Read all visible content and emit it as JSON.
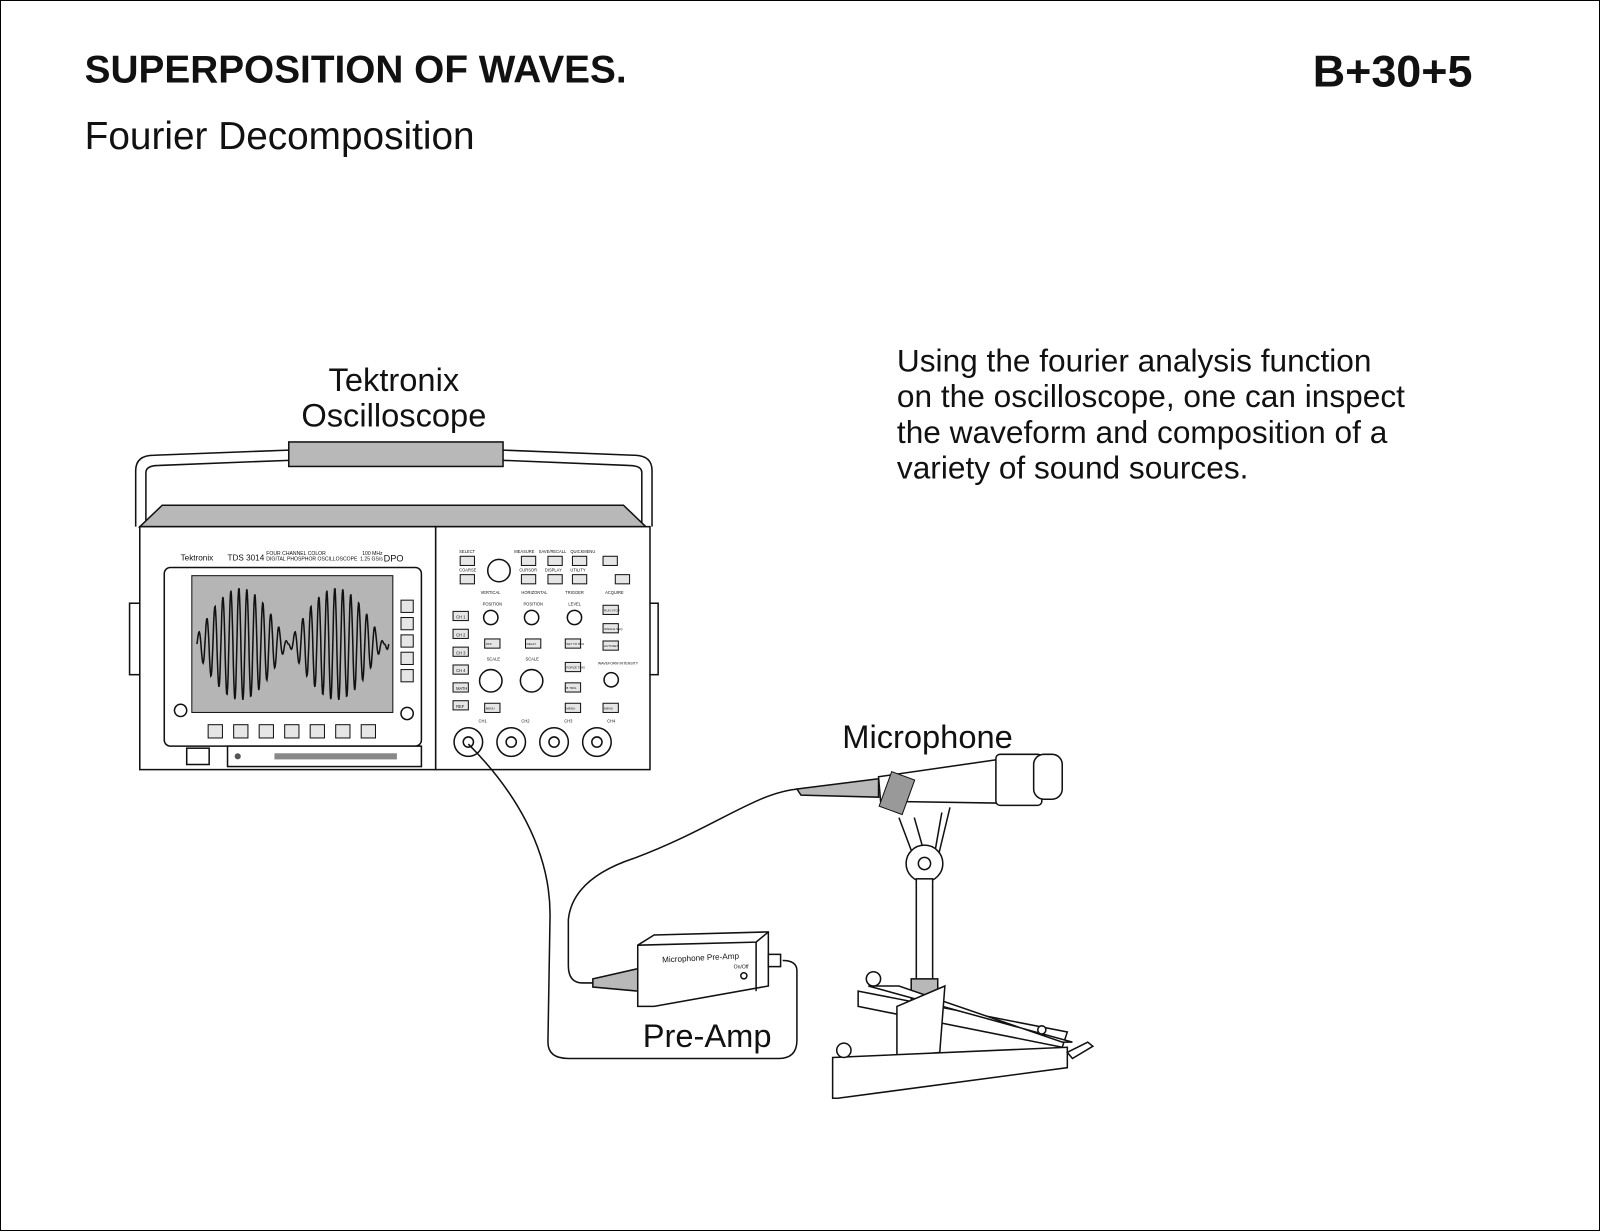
{
  "header": {
    "title": "SUPERPOSITION OF WAVES.",
    "code": "B+30+5",
    "subtitle": "Fourier Decomposition"
  },
  "description": {
    "lines": [
      "Using the fourier analysis function",
      "on the oscilloscope, one can inspect",
      "the waveform and composition of a",
      "variety of sound sources."
    ]
  },
  "labels": {
    "oscilloscope_line1": "Tektronix",
    "oscilloscope_line2": "Oscilloscope",
    "microphone": "Microphone",
    "preamp": "Pre-Amp"
  },
  "oscilloscope": {
    "brand": "Tektronix",
    "model": "TDS 3014",
    "model_desc1": "FOUR CHANNEL COLOR",
    "model_desc2": "DIGITAL PHOSPHOR OSCILLOSCOPE",
    "spec1": "100 MHz",
    "spec2": "1.25 GS/s",
    "type": "DPO",
    "top_labels": [
      "SELECT",
      "COARSE",
      "MEASURE",
      "SAVE/RECALL",
      "QUICKMENU",
      "CURSOR",
      "DISPLAY",
      "UTILITY"
    ],
    "sections": [
      "VERTICAL",
      "HORIZONTAL",
      "TRIGGER",
      "ACQUIRE"
    ],
    "channels": [
      "CH 1",
      "CH 2",
      "CH 3",
      "CH 4",
      "MATH",
      "REF"
    ],
    "knob_labels": [
      "POSITION",
      "SCALE",
      "POSITION",
      "SCALE",
      "LEVEL"
    ],
    "buttons": [
      "OFF",
      "MENU",
      "DELAY",
      "SET TO 50%",
      "FORCE TRIG",
      "B TRIG",
      "MENU",
      "RUN STOP",
      "SINGLE SEQ",
      "AUTOSET",
      "MENU"
    ],
    "intensity": "WAVEFORM INTENSITY",
    "inputs": [
      "CH1",
      "CH2",
      "CH3",
      "CH4"
    ]
  },
  "preamp": {
    "name": "Microphone Pre-Amp",
    "switch": "On/Off"
  }
}
